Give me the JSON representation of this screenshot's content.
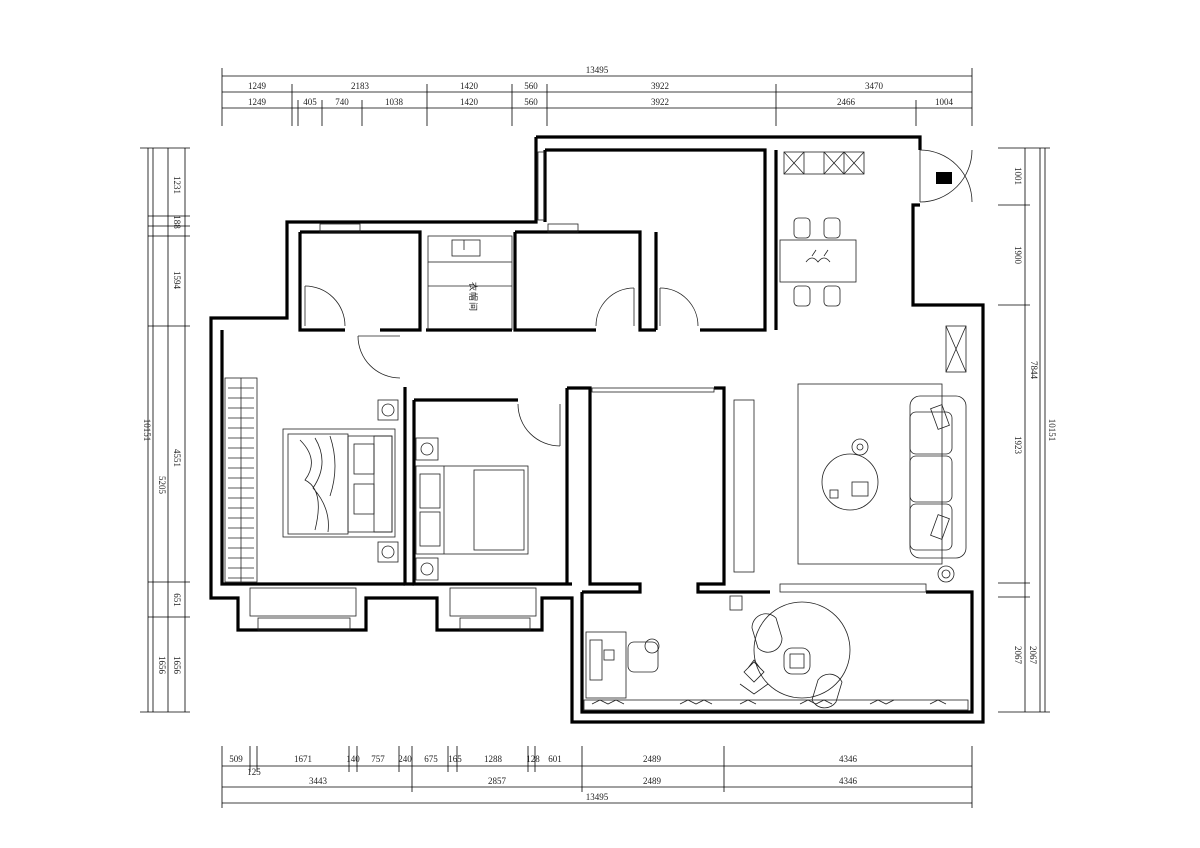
{
  "dimensions": {
    "top": {
      "overall": "13495",
      "row1": [
        "1249",
        "2183",
        "1420",
        "560",
        "3922",
        "3470"
      ],
      "row2": [
        "1249",
        "405",
        "740",
        "1038",
        "1420",
        "560",
        "3922",
        "2466",
        "1004"
      ]
    },
    "bottom": {
      "row1": [
        "509",
        "1671",
        "140",
        "757",
        "240",
        "675",
        "165",
        "1288",
        "128",
        "601",
        "2489",
        "4346"
      ],
      "sub": "125",
      "row2": [
        "3443",
        "2857",
        "2489",
        "4346"
      ],
      "overall": "13495"
    },
    "left": {
      "overall": "10151",
      "segments": [
        "1231",
        "188",
        "1594",
        "4551",
        "5205",
        "651",
        "1656",
        "1656"
      ]
    },
    "right": {
      "overall": "10151",
      "segments": [
        "1001",
        "1900",
        "7844",
        "1923",
        "2067",
        "2067"
      ]
    }
  },
  "labels": {
    "closet": "衣帽间"
  }
}
